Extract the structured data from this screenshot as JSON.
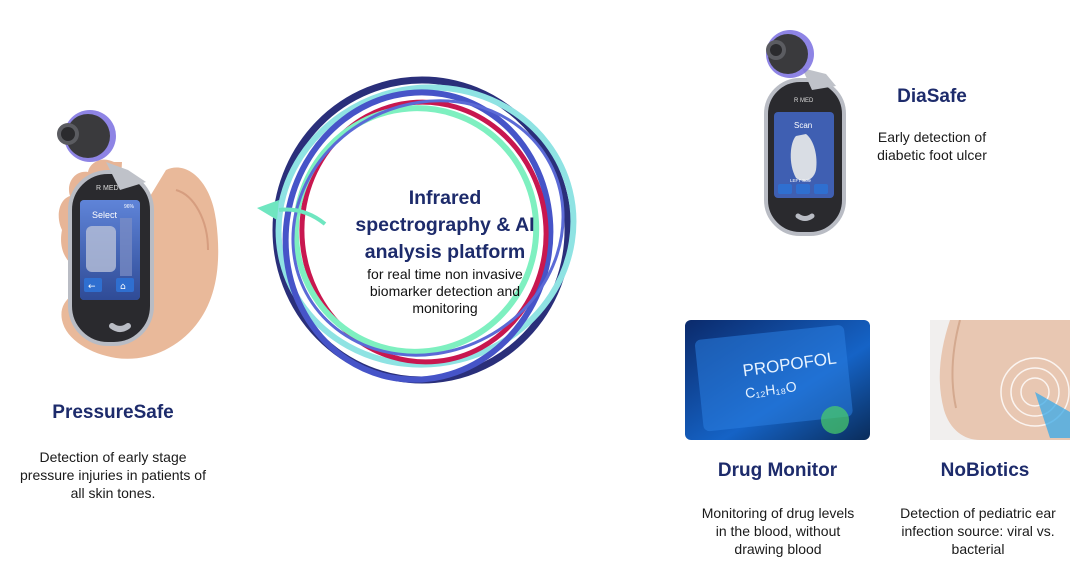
{
  "center": {
    "title_line1": "Infrared",
    "title_line2": "spectrography & AI",
    "title_line3": "analysis platform",
    "subtitle_line1": "for real time non invasive",
    "subtitle_line2": "biomarker detection and",
    "subtitle_line3": "monitoring"
  },
  "pressuresafe": {
    "title": "PressureSafe",
    "desc_line1": "Detection of early stage",
    "desc_line2": "pressure injuries in patients of",
    "desc_line3": "all skin tones.",
    "device_brand": "R MED",
    "screen_label": "Select",
    "battery": "96%"
  },
  "diasafe": {
    "title": "DiaSafe",
    "desc_line1": "Early detection of",
    "desc_line2": "diabetic foot ulcer",
    "device_brand": "R MED",
    "screen_label": "Scan",
    "screen_sub": "LEFT Sole"
  },
  "drugmonitor": {
    "title": "Drug Monitor",
    "desc_line1": "Monitoring of drug levels",
    "desc_line2": "in the blood, without",
    "desc_line3": "drawing blood",
    "image_text1": "PROPOFOL",
    "image_text2": "C₁₂H₁₈O"
  },
  "nobiotics": {
    "title": "NoBiotics",
    "desc_line1": "Detection of pediatric ear",
    "desc_line2": "infection source: viral vs.",
    "desc_line3": "bacterial"
  },
  "colors": {
    "navy": "#1d2b6b",
    "ring_dark": "#2a2f7a",
    "ring_blue": "#4654c8",
    "ring_red": "#c8174f",
    "ring_cyan": "#8fe3e3",
    "ring_mint": "#7ef0c0",
    "arrow": "#6fe6c0"
  }
}
